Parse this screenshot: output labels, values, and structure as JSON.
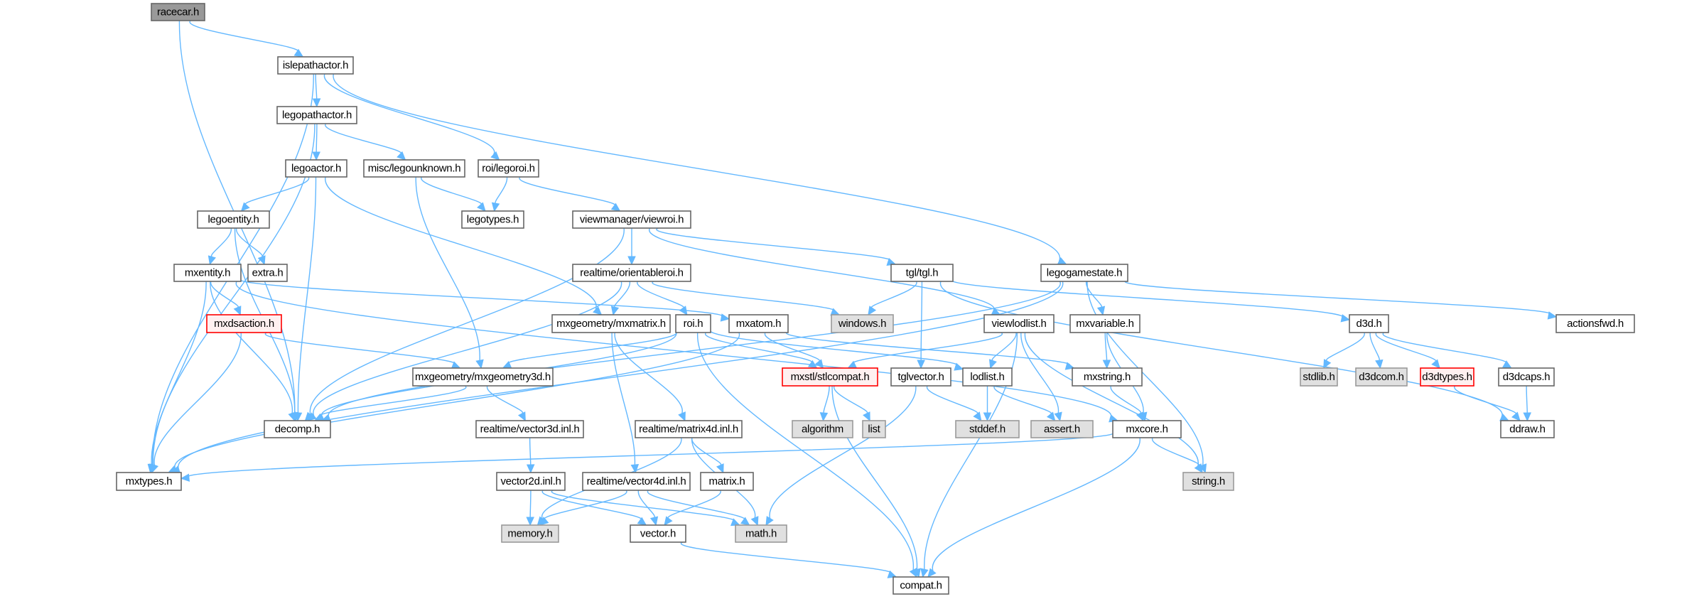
{
  "graph": {
    "title": "racecar.h include dependency graph",
    "colors": {
      "edge": "#63b8ff",
      "node_border": "#666666",
      "root_fill": "#999999",
      "external_fill": "#e0e0e0",
      "missing_border": "#ff0000",
      "missing_fill": "#fff0f0"
    },
    "nodes": [
      {
        "id": "racecar",
        "label": "racecar.h",
        "kind": "root"
      },
      {
        "id": "islepathactor",
        "label": "islepathactor.h",
        "kind": "normal"
      },
      {
        "id": "legopathactor",
        "label": "legopathactor.h",
        "kind": "normal"
      },
      {
        "id": "legoactor",
        "label": "legoactor.h",
        "kind": "normal"
      },
      {
        "id": "legounknown",
        "label": "misc/legounknown.h",
        "kind": "normal"
      },
      {
        "id": "legoroi",
        "label": "roi/legoroi.h",
        "kind": "normal"
      },
      {
        "id": "legotypes",
        "label": "legotypes.h",
        "kind": "normal"
      },
      {
        "id": "viewroi",
        "label": "viewmanager/viewroi.h",
        "kind": "normal"
      },
      {
        "id": "legoentity",
        "label": "legoentity.h",
        "kind": "normal"
      },
      {
        "id": "mxentity",
        "label": "mxentity.h",
        "kind": "normal"
      },
      {
        "id": "extra",
        "label": "extra.h",
        "kind": "normal"
      },
      {
        "id": "mxdsaction",
        "label": "mxdsaction.h",
        "kind": "missing"
      },
      {
        "id": "orientableroi",
        "label": "realtime/orientableroi.h",
        "kind": "normal"
      },
      {
        "id": "tgl",
        "label": "tgl/tgl.h",
        "kind": "normal"
      },
      {
        "id": "legogamestate",
        "label": "legogamestate.h",
        "kind": "normal"
      },
      {
        "id": "windows",
        "label": "windows.h",
        "kind": "external"
      },
      {
        "id": "mxmatrix",
        "label": "mxgeometry/mxmatrix.h",
        "kind": "normal"
      },
      {
        "id": "roi",
        "label": "roi.h",
        "kind": "normal"
      },
      {
        "id": "mxatom",
        "label": "mxatom.h",
        "kind": "normal"
      },
      {
        "id": "viewlodlist",
        "label": "viewlodlist.h",
        "kind": "normal"
      },
      {
        "id": "mxvariable",
        "label": "mxvariable.h",
        "kind": "normal"
      },
      {
        "id": "d3d",
        "label": "d3d.h",
        "kind": "normal"
      },
      {
        "id": "actionsfwd",
        "label": "actionsfwd.h",
        "kind": "normal"
      },
      {
        "id": "mxgeometry3d",
        "label": "mxgeometry/mxgeometry3d.h",
        "kind": "normal"
      },
      {
        "id": "stlcompat",
        "label": "mxstl/stlcompat.h",
        "kind": "missing"
      },
      {
        "id": "tglvector",
        "label": "tglvector.h",
        "kind": "normal"
      },
      {
        "id": "lodlist",
        "label": "lodlist.h",
        "kind": "normal"
      },
      {
        "id": "mxstring",
        "label": "mxstring.h",
        "kind": "normal"
      },
      {
        "id": "stdlib",
        "label": "stdlib.h",
        "kind": "external"
      },
      {
        "id": "d3dcom",
        "label": "d3dcom.h",
        "kind": "external"
      },
      {
        "id": "d3dtypes",
        "label": "d3dtypes.h",
        "kind": "missing"
      },
      {
        "id": "d3dcaps",
        "label": "d3dcaps.h",
        "kind": "normal"
      },
      {
        "id": "decomp",
        "label": "decomp.h",
        "kind": "normal"
      },
      {
        "id": "vector3d",
        "label": "realtime/vector3d.inl.h",
        "kind": "normal"
      },
      {
        "id": "matrix4d",
        "label": "realtime/matrix4d.inl.h",
        "kind": "normal"
      },
      {
        "id": "algorithm",
        "label": "algorithm",
        "kind": "external"
      },
      {
        "id": "list",
        "label": "list",
        "kind": "external"
      },
      {
        "id": "stddef",
        "label": "stddef.h",
        "kind": "external"
      },
      {
        "id": "assert",
        "label": "assert.h",
        "kind": "external"
      },
      {
        "id": "mxcore",
        "label": "mxcore.h",
        "kind": "normal"
      },
      {
        "id": "ddraw",
        "label": "ddraw.h",
        "kind": "normal"
      },
      {
        "id": "mxtypes",
        "label": "mxtypes.h",
        "kind": "normal"
      },
      {
        "id": "vector2d",
        "label": "vector2d.inl.h",
        "kind": "normal"
      },
      {
        "id": "vector4d",
        "label": "realtime/vector4d.inl.h",
        "kind": "normal"
      },
      {
        "id": "matrix",
        "label": "matrix.h",
        "kind": "normal"
      },
      {
        "id": "string",
        "label": "string.h",
        "kind": "external"
      },
      {
        "id": "memory",
        "label": "memory.h",
        "kind": "external"
      },
      {
        "id": "vector",
        "label": "vector.h",
        "kind": "normal"
      },
      {
        "id": "math",
        "label": "math.h",
        "kind": "external"
      },
      {
        "id": "compat",
        "label": "compat.h",
        "kind": "normal"
      }
    ],
    "edges": [
      [
        "racecar",
        "islepathactor"
      ],
      [
        "racecar",
        "decomp"
      ],
      [
        "islepathactor",
        "legopathactor"
      ],
      [
        "islepathactor",
        "legoroi"
      ],
      [
        "islepathactor",
        "legogamestate"
      ],
      [
        "islepathactor",
        "mxtypes"
      ],
      [
        "legopathactor",
        "legoactor"
      ],
      [
        "legopathactor",
        "legounknown"
      ],
      [
        "legopathactor",
        "mxtypes"
      ],
      [
        "legoactor",
        "legoentity"
      ],
      [
        "legoactor",
        "decomp"
      ],
      [
        "legoactor",
        "mxmatrix"
      ],
      [
        "legounknown",
        "legotypes"
      ],
      [
        "legounknown",
        "mxgeometry3d"
      ],
      [
        "legoroi",
        "legotypes"
      ],
      [
        "legoroi",
        "viewroi"
      ],
      [
        "legoentity",
        "mxentity"
      ],
      [
        "legoentity",
        "extra"
      ],
      [
        "legoentity",
        "decomp"
      ],
      [
        "mxentity",
        "mxdsaction"
      ],
      [
        "mxentity",
        "mxatom"
      ],
      [
        "mxentity",
        "mxtypes"
      ],
      [
        "mxentity",
        "decomp"
      ],
      [
        "mxentity",
        "mxcore"
      ],
      [
        "mxdsaction",
        "mxgeometry3d"
      ],
      [
        "mxdsaction",
        "mxtypes"
      ],
      [
        "viewroi",
        "orientableroi"
      ],
      [
        "viewroi",
        "tgl"
      ],
      [
        "viewroi",
        "viewlodlist"
      ],
      [
        "viewroi",
        "decomp"
      ],
      [
        "orientableroi",
        "mxmatrix"
      ],
      [
        "orientableroi",
        "roi"
      ],
      [
        "orientableroi",
        "windows"
      ],
      [
        "orientableroi",
        "decomp"
      ],
      [
        "tgl",
        "windows"
      ],
      [
        "tgl",
        "tglvector"
      ],
      [
        "tgl",
        "d3d"
      ],
      [
        "tgl",
        "ddraw"
      ],
      [
        "legogamestate",
        "decomp"
      ],
      [
        "legogamestate",
        "mxvariable"
      ],
      [
        "legogamestate",
        "actionsfwd"
      ],
      [
        "legogamestate",
        "string"
      ],
      [
        "legogamestate",
        "mxtypes"
      ],
      [
        "mxmatrix",
        "matrix4d"
      ],
      [
        "mxmatrix",
        "vector4d"
      ],
      [
        "roi",
        "mxgeometry3d"
      ],
      [
        "roi",
        "stlcompat"
      ],
      [
        "roi",
        "lodlist"
      ],
      [
        "roi",
        "decomp"
      ],
      [
        "roi",
        "compat"
      ],
      [
        "mxatom",
        "stlcompat"
      ],
      [
        "mxatom",
        "mxstring"
      ],
      [
        "mxatom",
        "mxtypes"
      ],
      [
        "viewlodlist",
        "lodlist"
      ],
      [
        "viewlodlist",
        "assert"
      ],
      [
        "viewlodlist",
        "stlcompat"
      ],
      [
        "viewlodlist",
        "string"
      ],
      [
        "viewlodlist",
        "compat"
      ],
      [
        "mxvariable",
        "mxstring"
      ],
      [
        "mxvariable",
        "mxcore"
      ],
      [
        "d3d",
        "stdlib"
      ],
      [
        "d3d",
        "d3dcom"
      ],
      [
        "d3d",
        "d3dtypes"
      ],
      [
        "d3d",
        "d3dcaps"
      ],
      [
        "d3dtypes",
        "ddraw"
      ],
      [
        "d3dcaps",
        "ddraw"
      ],
      [
        "mxgeometry3d",
        "vector3d"
      ],
      [
        "mxgeometry3d",
        "decomp"
      ],
      [
        "stlcompat",
        "algorithm"
      ],
      [
        "stlcompat",
        "list"
      ],
      [
        "stlcompat",
        "compat"
      ],
      [
        "tglvector",
        "stddef"
      ],
      [
        "tglvector",
        "math"
      ],
      [
        "lodlist",
        "stddef"
      ],
      [
        "lodlist",
        "assert"
      ],
      [
        "mxstring",
        "mxcore"
      ],
      [
        "mxcore",
        "string"
      ],
      [
        "mxcore",
        "compat"
      ],
      [
        "mxcore",
        "mxtypes"
      ],
      [
        "vector3d",
        "vector2d"
      ],
      [
        "matrix4d",
        "matrix"
      ],
      [
        "matrix4d",
        "math"
      ],
      [
        "matrix4d",
        "memory"
      ],
      [
        "vector2d",
        "memory"
      ],
      [
        "vector2d",
        "vector"
      ],
      [
        "vector2d",
        "math"
      ],
      [
        "vector4d",
        "memory"
      ],
      [
        "vector4d",
        "vector"
      ],
      [
        "vector4d",
        "math"
      ],
      [
        "matrix",
        "vector"
      ],
      [
        "vector",
        "compat"
      ]
    ]
  }
}
